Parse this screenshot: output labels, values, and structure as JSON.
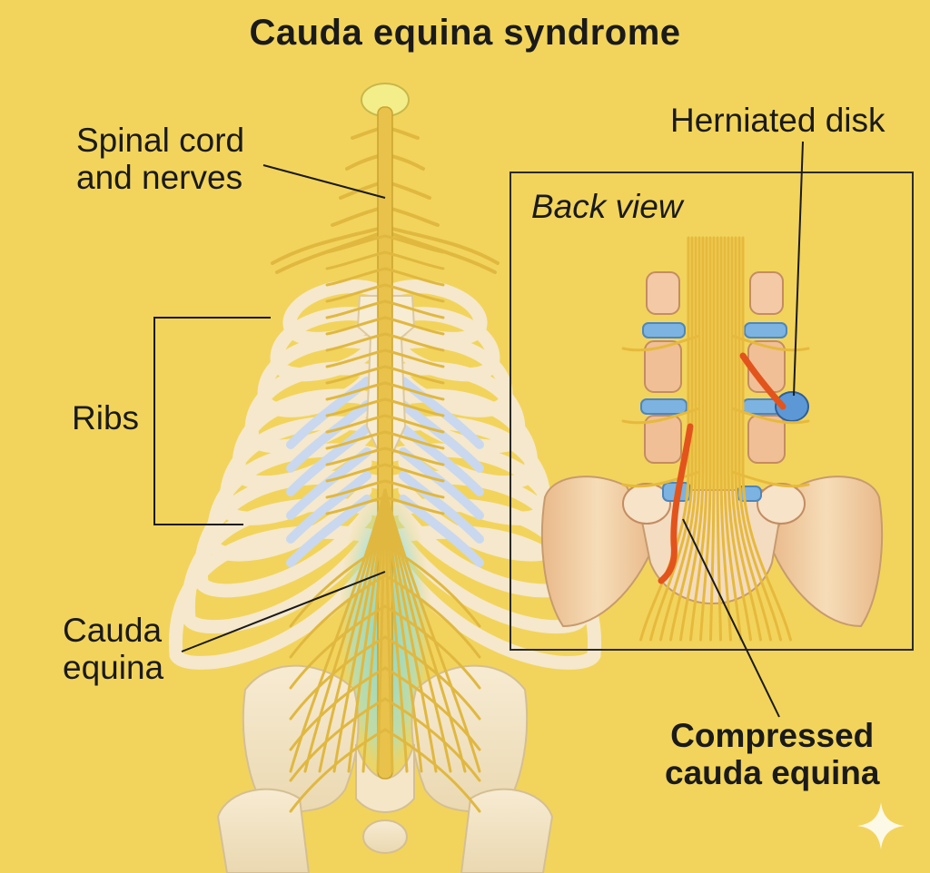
{
  "title": "Cauda equina syndrome",
  "labels": {
    "spinal_cord": [
      "Spinal cord",
      "and nerves"
    ],
    "ribs": "Ribs",
    "cauda_equina": [
      "Cauda",
      "equina"
    ],
    "herniated_disk": "Herniated disk",
    "back_view": "Back view",
    "compressed": [
      "Compressed",
      "cauda equina"
    ]
  },
  "colors": {
    "background": "#f2d45c",
    "bone": "#f6ead0",
    "nerve": "#e8c24a",
    "cartilage": "#c9d8ee",
    "disk": "#7db3e0",
    "cauda_highlight": "#8fd9d2",
    "compressed_nerve": "#e2541c",
    "vertebra_body": "#f0bf96",
    "leader_line": "#1a1a1a"
  }
}
